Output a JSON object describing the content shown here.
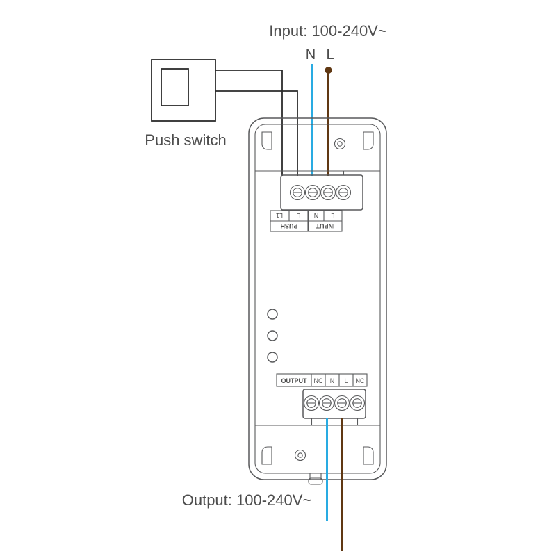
{
  "labels": {
    "input": "Input: 100-240V~",
    "output": "Output: 100-240V~",
    "push_switch": "Push switch",
    "wire_n": "N",
    "wire_l": "L"
  },
  "device": {
    "push_group": {
      "name": "PUSH",
      "terminal_1": "L1",
      "terminal_2": "L"
    },
    "input_group": {
      "name": "INPUT",
      "terminal_1": "N",
      "terminal_2": "L"
    },
    "output_strip": {
      "cells": [
        "OUTPUT",
        "NC",
        "N",
        "L",
        "NC"
      ]
    }
  },
  "colors": {
    "neutral_wire": "#29abe2",
    "live_wire": "#603813",
    "device_outline": "#58595b",
    "switch_outline": "#2b2b2b",
    "text": "#4d4d4d"
  }
}
